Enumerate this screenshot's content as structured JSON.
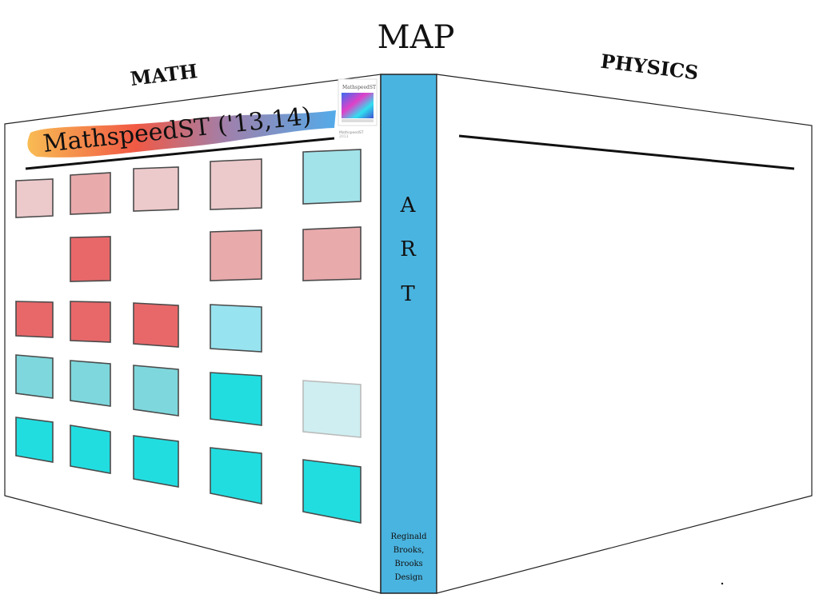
{
  "title": "MAP",
  "left_panel": {
    "label": "MATH",
    "banner_text": "MathspeedST ('13,14)",
    "thumbnail": {
      "title": "MathspeedST",
      "caption_line1": "MathspeedST",
      "caption_line2": "2013"
    },
    "grid": [
      [
        "light-pink",
        "pink",
        "light-pink",
        "light-pink",
        "light-cyan"
      ],
      [
        null,
        "red",
        null,
        "pink",
        "pink"
      ],
      [
        "red",
        "red",
        "red",
        "sky",
        null
      ],
      [
        "teal",
        "teal",
        "teal",
        "cyan",
        "pale-cyan"
      ],
      [
        "cyan",
        "cyan",
        "cyan",
        "cyan",
        "cyan"
      ]
    ]
  },
  "spine": {
    "letters": [
      "A",
      "R",
      "T"
    ],
    "credit": [
      "Reginald",
      "Brooks,",
      "Brooks",
      "Design"
    ]
  },
  "right_panel": {
    "label": "PHYSICS"
  },
  "colors": {
    "light-pink": "#ecc9cb",
    "pink": "#e9aaac",
    "red": "#e8686a",
    "light-cyan": "#a2e3ea",
    "sky": "#98e3f0",
    "teal": "#7ed7dc",
    "cyan": "#22dde0",
    "pale-cyan": "#cfeef1",
    "spine": "#4ab4e0",
    "banner_start": "#f8b84a",
    "banner_mid": "#f0503a",
    "banner_end": "#4aa6e8"
  }
}
